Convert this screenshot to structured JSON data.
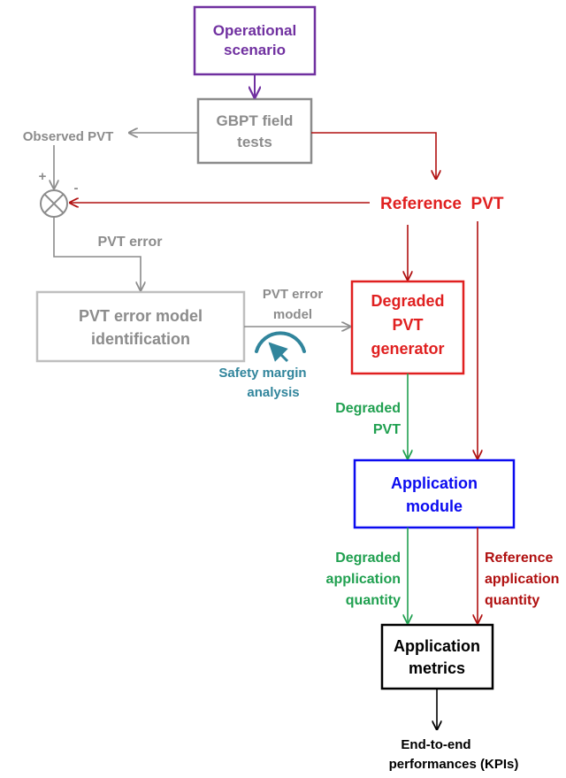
{
  "nodes": {
    "operational_scenario": [
      "Operational",
      "scenario"
    ],
    "gbpt_field_tests": [
      "GBPT field",
      "tests"
    ],
    "pvt_error_model_identification": [
      "PVT error model",
      "identification"
    ],
    "degraded_pvt_generator": [
      "Degraded",
      "PVT",
      "generator"
    ],
    "application_module": [
      "Application",
      "module"
    ],
    "application_metrics": [
      "Application",
      "metrics"
    ]
  },
  "labels": {
    "observed_pvt": "Observed PVT",
    "reference_pvt_part1": "Reference",
    "reference_pvt_part2": "PVT",
    "pvt_error": "PVT error",
    "pvt_error_model": [
      "PVT error",
      "model"
    ],
    "plus_sign": "+",
    "minus_sign": "-",
    "safety_margin_analysis": [
      "Safety margin",
      "analysis"
    ],
    "degraded_pvt": [
      "Degraded",
      "PVT"
    ],
    "degraded_application_quantity": [
      "Degraded",
      "application",
      "quantity"
    ],
    "reference_application_quantity": [
      "Reference",
      "application",
      "quantity"
    ],
    "kpis": [
      "End-to-end",
      "performances (KPIs)"
    ]
  },
  "colors": {
    "purple": "#7030a0",
    "gray": "#8c8c8c",
    "red": "#e02020",
    "dark_red": "#b01010",
    "blue": "#0b0bf0",
    "green": "#20a050",
    "teal": "#31859c",
    "black": "#000000"
  }
}
